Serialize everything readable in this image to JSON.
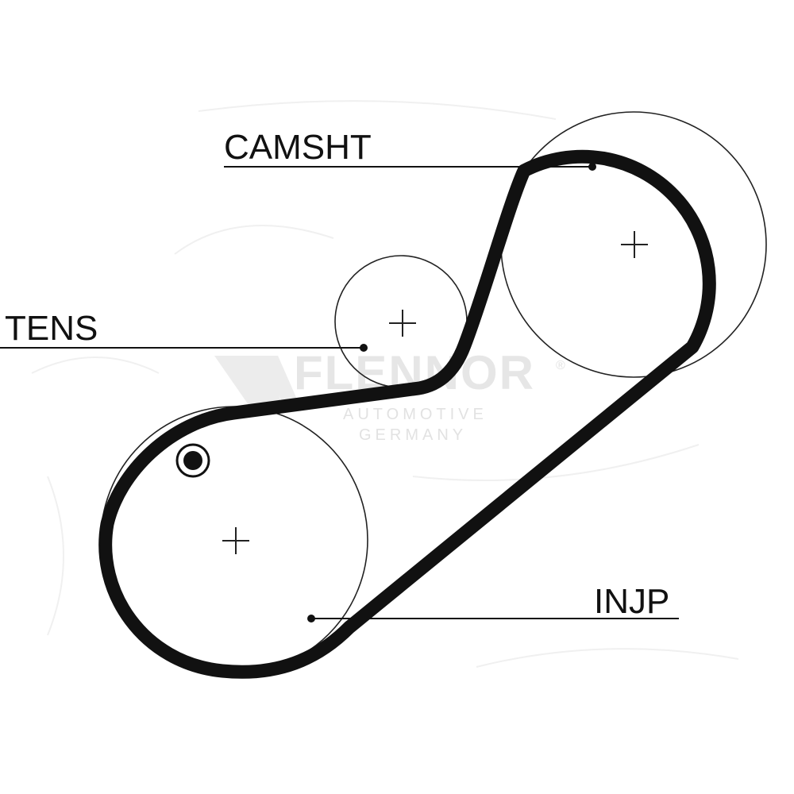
{
  "labels": {
    "camshaft": "CAMSHT",
    "tensioner": "TENS",
    "injection_pump": "INJP"
  },
  "watermark": {
    "brand": "FLENNOR",
    "line1": "AUTOMOTIVE",
    "line2": "GERMANY",
    "mark": "®"
  },
  "colors": {
    "belt": "#111111",
    "watermark": "#e6e6e6"
  }
}
